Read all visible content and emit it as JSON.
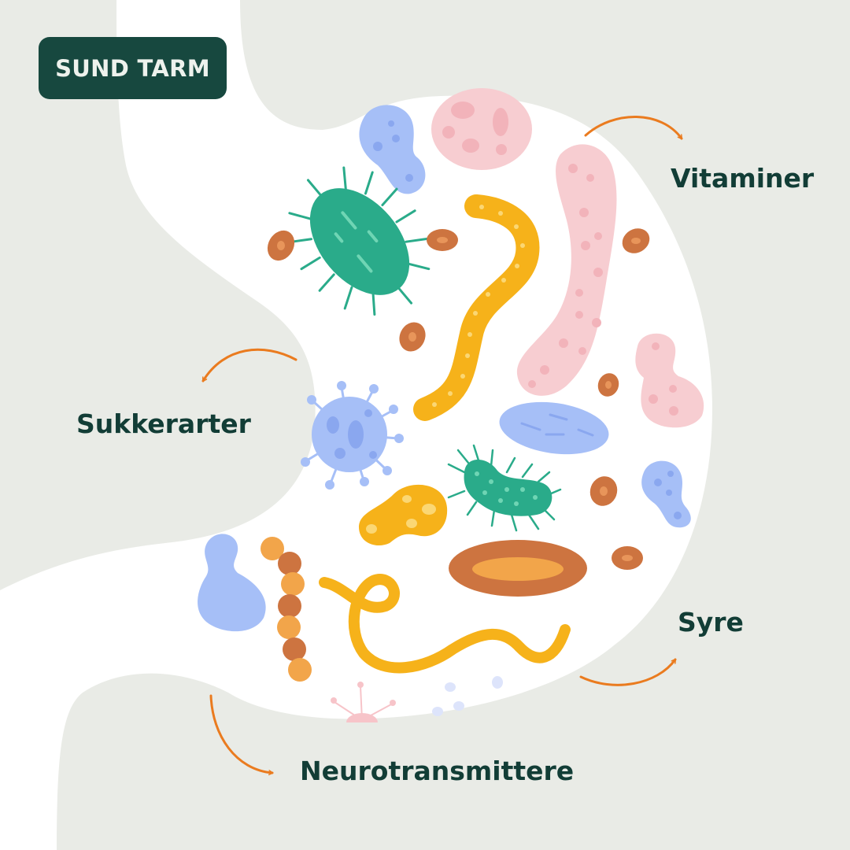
{
  "badge": {
    "label": "SUND TARM"
  },
  "labels": {
    "vitaminer": "Vitaminer",
    "sukkerarter": "Sukkerarter",
    "syre": "Syre",
    "neurotransmittere": "Neurotransmittere"
  },
  "colors": {
    "background": "#e9ebe6",
    "gut": "#ffffff",
    "badge": "#17483f",
    "text": "#123d36",
    "arrow": "#ea7b1f",
    "microbe_green": "#2aab8a",
    "microbe_blue": "#a6bff7",
    "microbe_pink": "#f7cdd1",
    "microbe_yellow": "#f6b21a",
    "microbe_brown": "#cd7440"
  },
  "icons": [
    "intestine-shape",
    "bacteria-icon",
    "virus-icon",
    "microbe-icon",
    "arrow-icon"
  ]
}
